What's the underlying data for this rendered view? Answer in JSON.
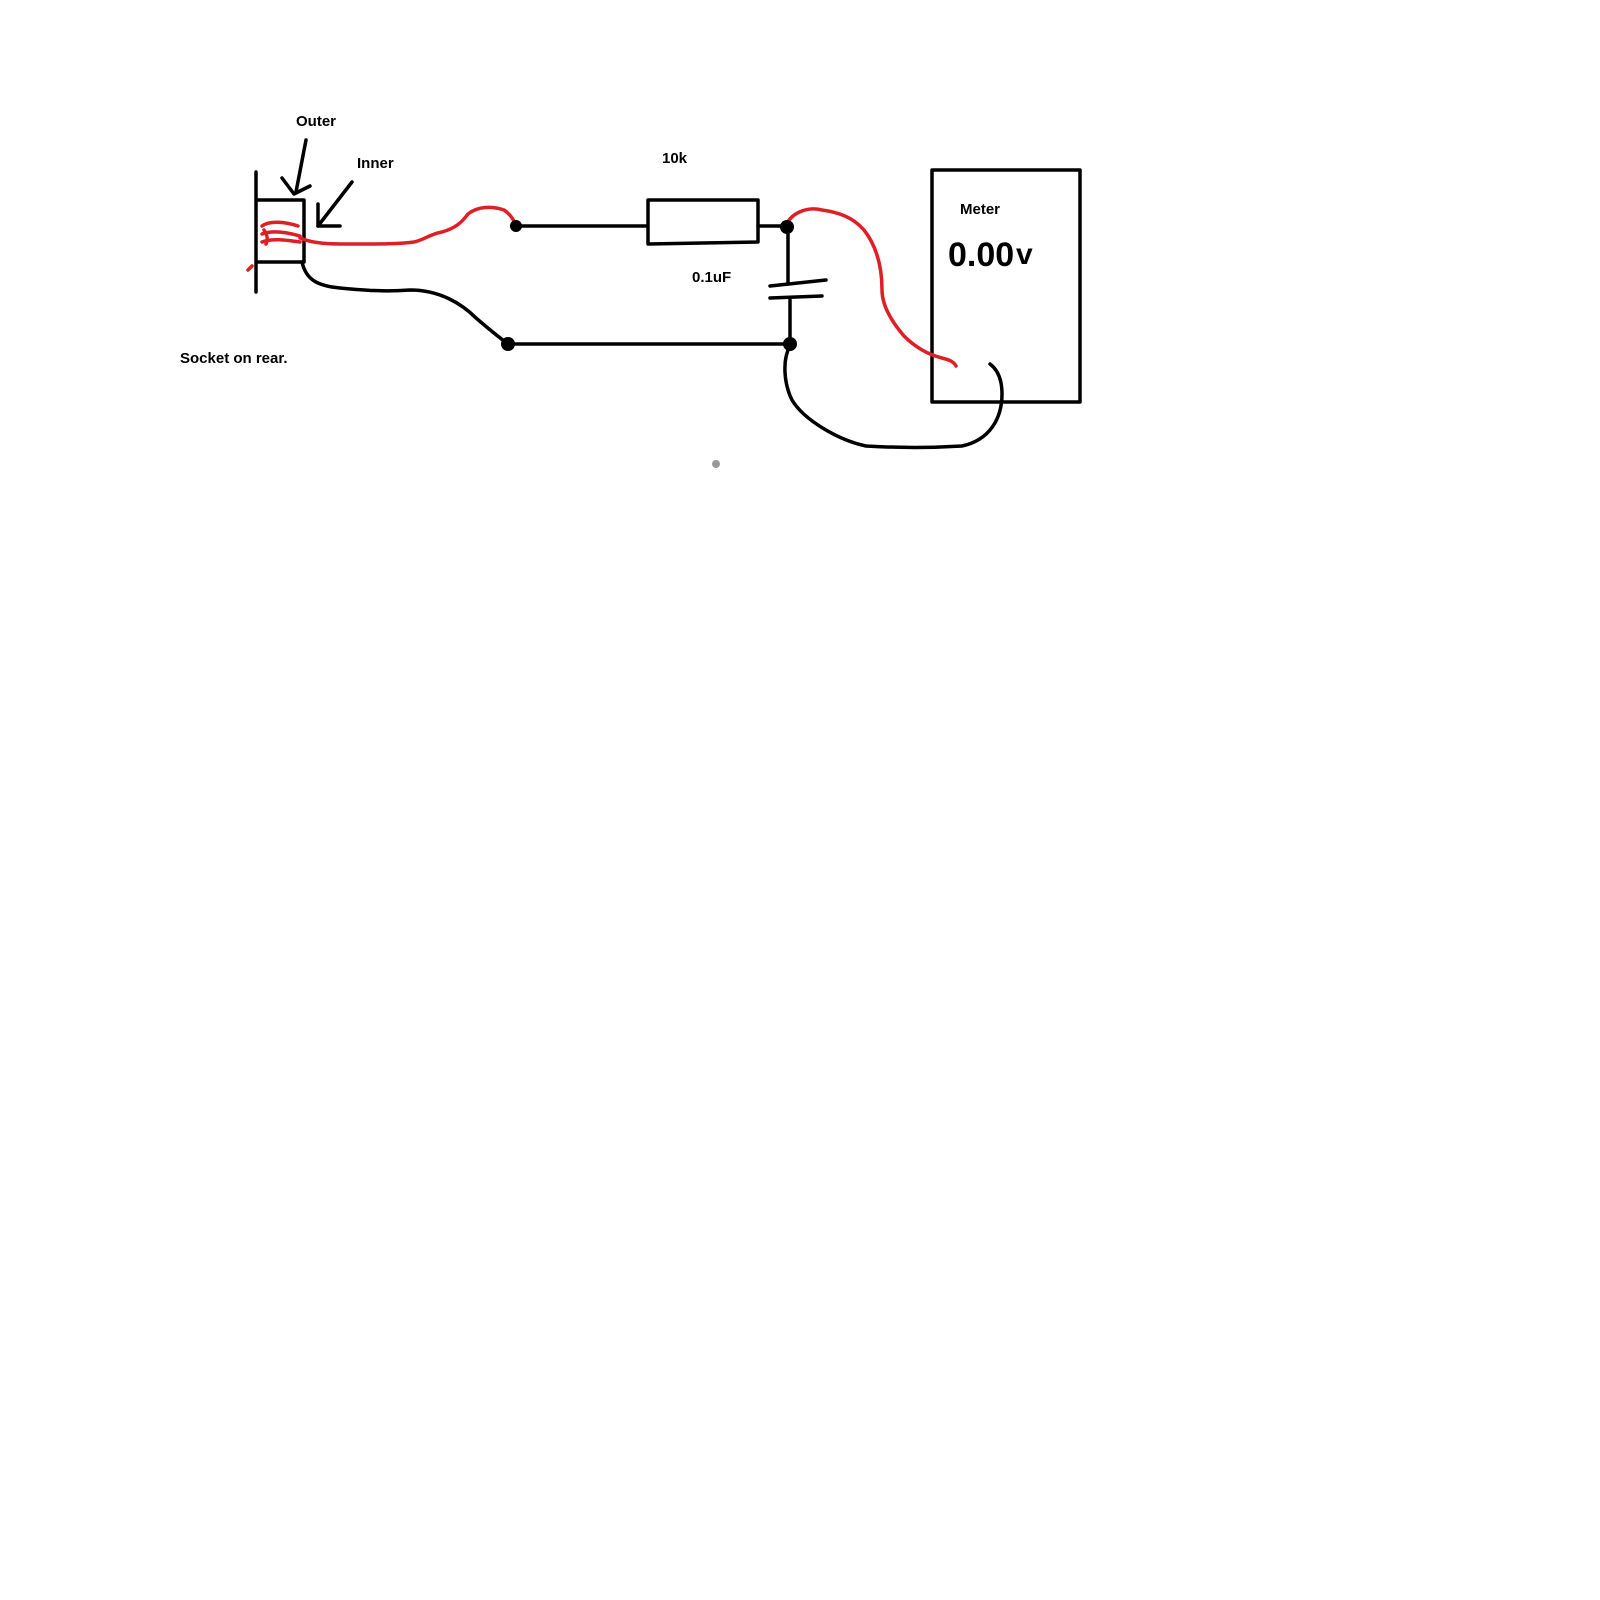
{
  "labels": {
    "outer": "Outer",
    "inner": "Inner",
    "socket": "Socket on rear.",
    "resistor": "10k",
    "capacitor": "0.1uF",
    "meter": "Meter"
  },
  "meter": {
    "reading": "0.00",
    "unit": "v"
  },
  "colors": {
    "ink": "#000000",
    "signal_wire": "#dd1f26",
    "background": "#ffffff"
  }
}
